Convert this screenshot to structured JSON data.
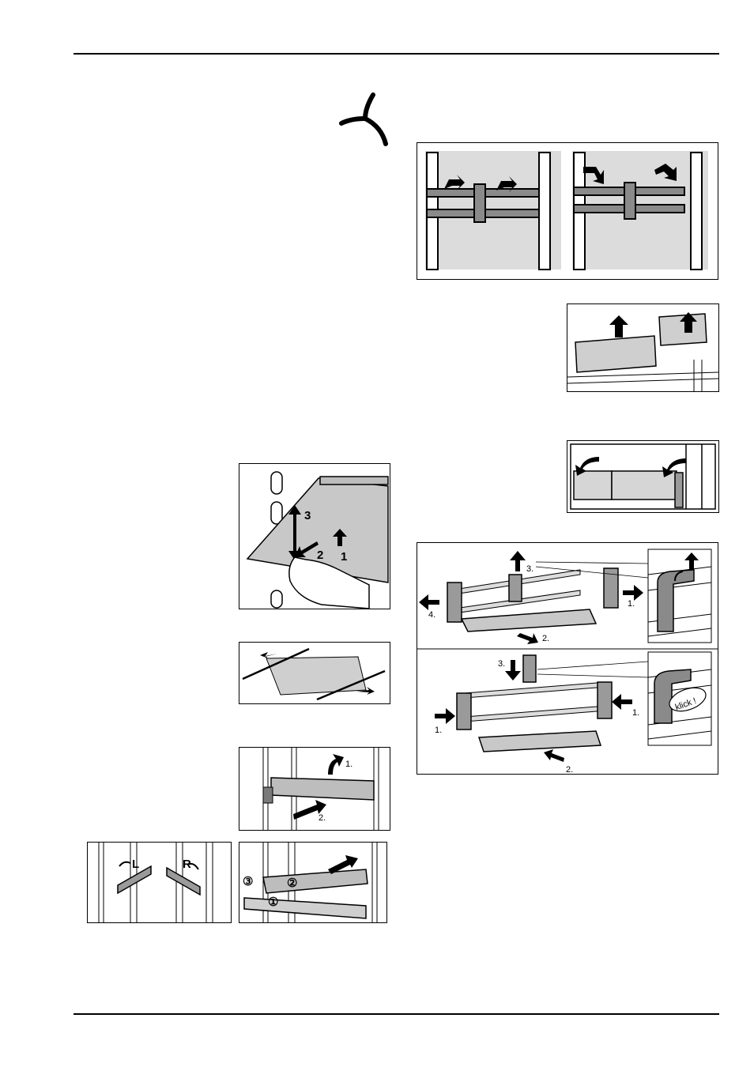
{
  "figures": {
    "shelf_insert": {
      "steps": [
        "3",
        "2",
        "1"
      ]
    },
    "rails_split": {
      "steps": []
    },
    "shelf_mount": {
      "steps": [
        "1.",
        "2."
      ]
    },
    "supports_lr": {
      "steps": [
        "L",
        "R"
      ]
    },
    "glass_parts": {
      "steps": [
        "③",
        "②",
        "①"
      ]
    },
    "door_rack_remove": {
      "steps": [
        "3.",
        "4.",
        "1.",
        "2."
      ]
    },
    "door_rack_assemble": {
      "steps": [
        "3.",
        "1.",
        "1.",
        "2."
      ],
      "callout": "klick !"
    }
  }
}
